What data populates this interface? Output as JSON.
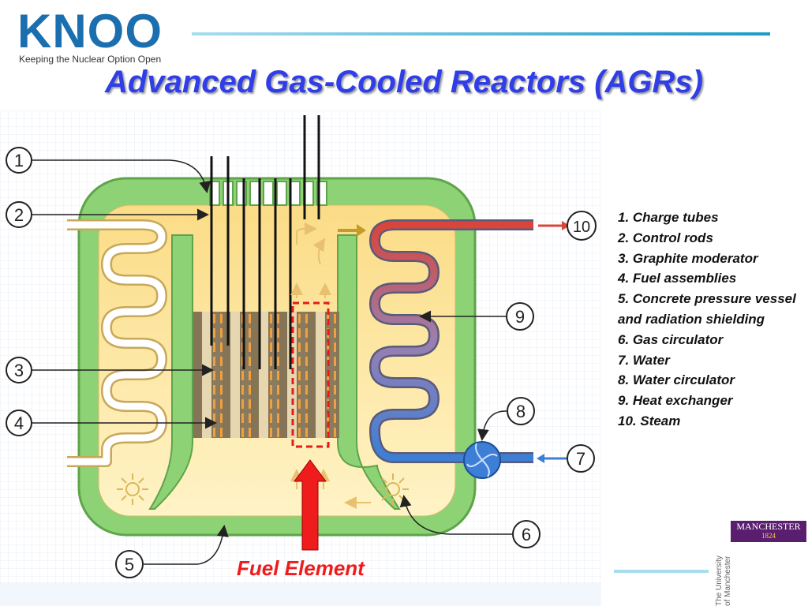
{
  "header": {
    "logo": "KNOO",
    "tagline": "Keeping the Nuclear Option Open",
    "title": "Advanced Gas-Cooled Reactors (AGRs)"
  },
  "diagram": {
    "callouts": [
      "1",
      "2",
      "3",
      "4",
      "5",
      "6",
      "7",
      "8",
      "9",
      "10"
    ],
    "fuel_label": "Fuel Element"
  },
  "legend": [
    "1. Charge tubes",
    "2. Control rods",
    "3. Graphite moderator",
    "4. Fuel assemblies",
    "5. Concrete pressure vessel and radiation shielding",
    "6. Gas circulator",
    "7. Water",
    "8. Water circulator",
    "9. Heat exchanger",
    "10. Steam"
  ],
  "branding": {
    "university_badge_name": "MANCHESTER",
    "university_badge_year": "1824",
    "university_text_1": "The University",
    "university_text_2": "of Manchester"
  },
  "colors": {
    "title": "#2f3ee6",
    "vessel": "#8ed276",
    "steam": "#d9453a",
    "water": "#3d7fd6",
    "fuel_arrow": "#ee1c1c"
  }
}
